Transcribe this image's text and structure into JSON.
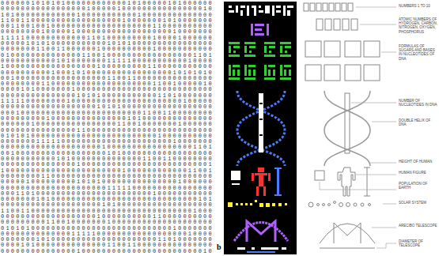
{
  "diagram": {
    "labels": [
      "000000101010100000000000010100000101000000 000000000000000001000001000000000000000010 101000000000000100000000000100000000000000 110011000000000000000000100000001010000000 001100100100000000000000000000110000000000 000000001000001000000000000000000010000000 111110000000000001101000000000100001000000 000001010100000000000101010000000000000000 000000011001100000010000000000100000000000 010000000000000011001000000000000000001101 000000000001010000000111110000000000010000 100000000000000000010000000001100000000000 000000000010001010000000000000000010101010 001000000000000000000110011000000000000000 000000001100000000000000000000110010000010 000010100000001000000000000000000000000000 000000000000000101010000000000011010000000 111110000000010000000000000000000000100000 000000000000000000010101000000000000000000 000100000000000000000000000011001100000000 000000000100000000000000010100000000000000 000000100000000000000001100100000001000000 000000000000000110000000000000000000000000 010101000000000000000000000000010000000000 000000011111000000000000000000000010000000 000000000000000000001000000000000000001101 001000000000000000000101000000000000000000 000000000001010000000000000011001100000000 000000000000000100000000000000000000000001 100000000000000000000000100000000000011001 000000001100000000000000000000000000000000 000001000000000101010000000000000001000000 000000000000000000000111110000000000000000 000110100000000000000000000000100000000000 000000010100000000000000000000000000000101 000000000000000000001010000000000000000000 110011000000000000000000000000000000001000 000000000000000000010000000000110000000000 000000000110010000000100000000000000000000 010101000000000000000000000000000010000000 000000000000001111100000000000000000010000 000000010100000000000000000000011010000000 000010100000000000000110011000000000000000 000000000000000100000000000000000000000010",
      "b",
      "NUMBERS 1 TO 10",
      "ATOMIC NUMBERS OF HYDROGEN, CARBON, NITROGEN, OXYGEN, PHOSPHORUS",
      "FORMULAS OF SUGARS AND BASES IN NUCLEOTIDES OF DNA",
      "NUMBER OF NUCLEOTIDES IN DNA",
      "DOUBLE HELIX OF DNA",
      "HEIGHT OF HUMAN",
      "HUMAN FIGURE",
      "POPULATION OF EARTH",
      "SOLAR SYSTEM",
      "ARECIBO TELESCOPE",
      "DIAMETER OF TELESCOPE"
    ]
  }
}
